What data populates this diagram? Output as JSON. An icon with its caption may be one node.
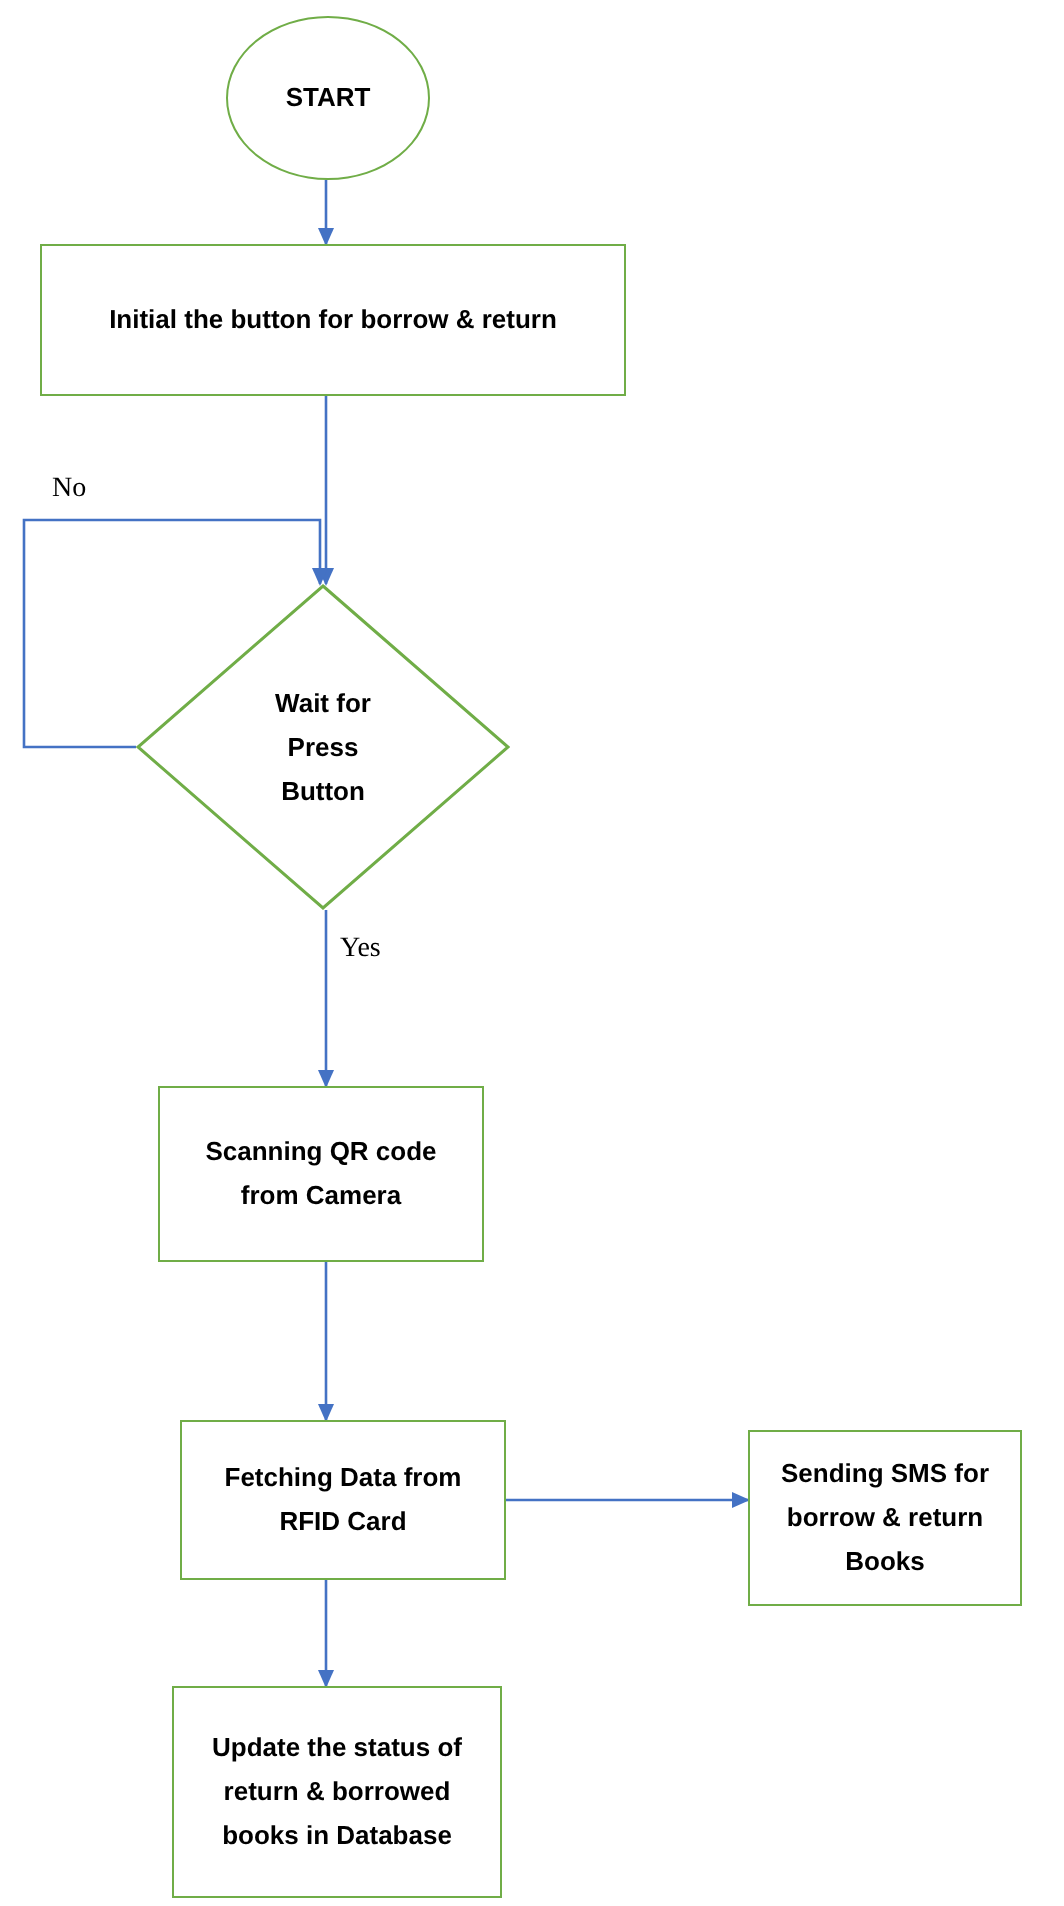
{
  "diagram": {
    "nodes": [
      {
        "text": [
          "START"
        ]
      },
      {
        "text": [
          "Initial the button for borrow & return"
        ]
      },
      {
        "text": [
          "Wait for Press Button"
        ]
      },
      {
        "text": [
          "Scanning QR code from Camera"
        ]
      },
      {
        "text": [
          "Fetching Data from RFID Card"
        ]
      },
      {
        "text": [
          "Sending SMS for borrow & return Books"
        ]
      },
      {
        "text": [
          "Update the status of return & borrowed books in Database"
        ]
      }
    ],
    "edges": [
      {
        "from": 0,
        "to": 1,
        "arrow": "to"
      },
      {
        "from": 1,
        "to": 2,
        "arrow": "to"
      },
      {
        "from": 2,
        "to": 2,
        "arrow": "to",
        "label": "No"
      },
      {
        "from": 2,
        "to": 3,
        "arrow": "to",
        "label": "Yes"
      },
      {
        "from": 3,
        "to": 4,
        "arrow": "to"
      },
      {
        "from": 4,
        "to": 5,
        "arrow": "to"
      },
      {
        "from": 4,
        "to": 6,
        "arrow": "to"
      }
    ]
  }
}
